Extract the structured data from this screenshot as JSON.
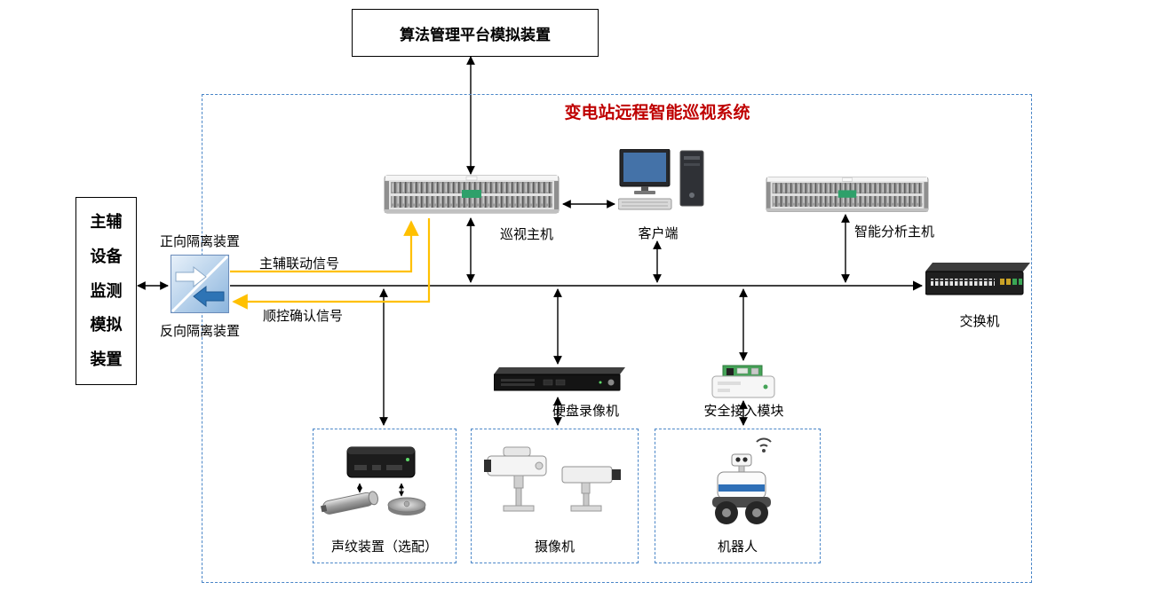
{
  "title": {
    "text": "变电站远程智能巡视系统"
  },
  "external": {
    "algorithm_platform": "算法管理平台模拟装置",
    "monitoring_device": "主辅\n设备\n监测\n模拟\n装置"
  },
  "isolation": {
    "forward_label": "正向隔离装置",
    "reverse_label": "反向隔离装置"
  },
  "signals": {
    "linkage_label": "主辅联动信号",
    "confirm_label": "顺控确认信号"
  },
  "devices": {
    "inspection_host": "巡视主机",
    "client": "客户端",
    "analysis_host": "智能分析主机",
    "switch": "交换机",
    "dvr": "硬盘录像机",
    "security_module": "安全接入模块"
  },
  "groups": {
    "voiceprint_label": "声纹装置（选配）",
    "camera_label": "摄像机",
    "robot_label": "机器人"
  },
  "colors": {
    "title_red": "#BF0000",
    "signal_orange": "#FFC000",
    "boundary_blue": "#4A86C8",
    "connector_black": "#000000"
  }
}
